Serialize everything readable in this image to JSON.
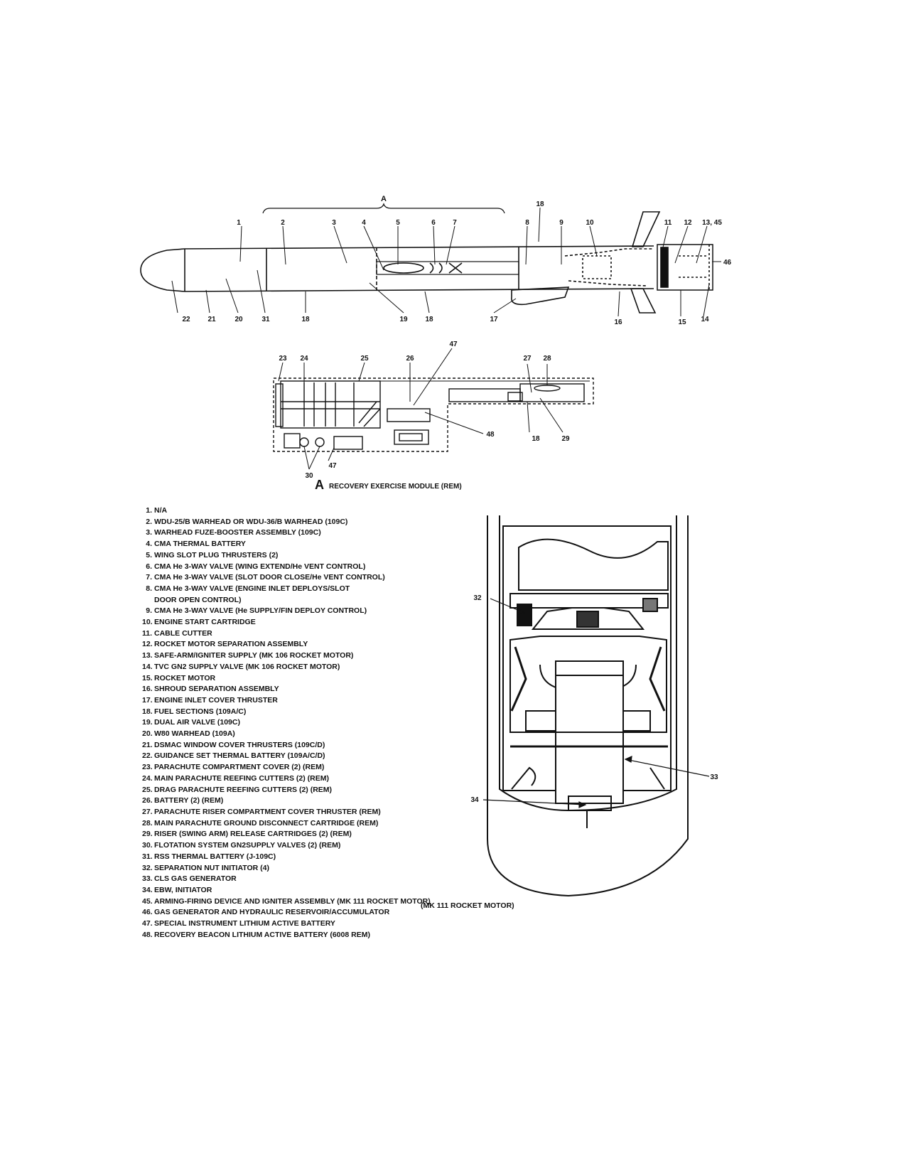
{
  "missile_view": {
    "section_letter": "A",
    "callouts_top": [
      "1",
      "2",
      "3",
      "4",
      "5",
      "6",
      "7",
      "18",
      "8",
      "9",
      "10",
      "11",
      "12",
      "13, 45"
    ],
    "callouts_bottom": [
      "22",
      "21",
      "20",
      "31",
      "18",
      "19",
      "18",
      "17",
      "16",
      "15",
      "14"
    ],
    "callout_right": "46"
  },
  "rem_view": {
    "callouts": [
      "23",
      "24",
      "25",
      "26",
      "47",
      "27",
      "28",
      "48",
      "18",
      "29",
      "30",
      "47"
    ],
    "caption_letter": "A",
    "caption_text": "RECOVERY EXERCISE MODULE (REM)"
  },
  "separation_view": {
    "callouts": [
      "32",
      "33",
      "34"
    ]
  },
  "legend": [
    {
      "num": "1.",
      "text": "N/A"
    },
    {
      "num": "2.",
      "text": "WDU-25/B WARHEAD OR WDU-36/B WARHEAD (109C)"
    },
    {
      "num": "3.",
      "text": "WARHEAD FUZE-BOOSTER ASSEMBLY (109C)"
    },
    {
      "num": "4.",
      "text": "CMA THERMAL BATTERY"
    },
    {
      "num": "5.",
      "text": "WING SLOT PLUG THRUSTERS (2)"
    },
    {
      "num": "6.",
      "text": "CMA He 3-WAY VALVE (WING EXTEND/He VENT CONTROL)"
    },
    {
      "num": "7.",
      "text": "CMA He 3-WAY VALVE (SLOT DOOR CLOSE/He VENT CONTROL)"
    },
    {
      "num": "8.",
      "text": "CMA He 3-WAY VALVE (ENGINE INLET DEPLOYS/SLOT"
    },
    {
      "num": "",
      "text": "DOOR OPEN CONTROL)"
    },
    {
      "num": "9.",
      "text": "CMA He 3-WAY VALVE (He SUPPLY/FIN DEPLOY CONTROL)"
    },
    {
      "num": "10.",
      "text": "ENGINE START CARTRIDGE"
    },
    {
      "num": "11.",
      "text": "CABLE CUTTER"
    },
    {
      "num": "12.",
      "text": "ROCKET MOTOR SEPARATION ASSEMBLY"
    },
    {
      "num": "13.",
      "text": "SAFE-ARM/IGNITER SUPPLY (MK 106 ROCKET MOTOR)"
    },
    {
      "num": "14.",
      "text": "TVC GN2 SUPPLY VALVE (MK 106 ROCKET MOTOR)"
    },
    {
      "num": "15.",
      "text": "ROCKET MOTOR"
    },
    {
      "num": "16.",
      "text": "SHROUD SEPARATION ASSEMBLY"
    },
    {
      "num": "17.",
      "text": "ENGINE INLET COVER THRUSTER"
    },
    {
      "num": "18.",
      "text": "FUEL SECTIONS (109A/C)"
    },
    {
      "num": "19.",
      "text": "DUAL AIR VALVE (109C)"
    },
    {
      "num": "20.",
      "text": "W80 WARHEAD (109A)"
    },
    {
      "num": "21.",
      "text": "DSMAC WINDOW COVER THRUSTERS (109C/D)"
    },
    {
      "num": "22.",
      "text": "GUIDANCE SET THERMAL BATTERY (109A/C/D)"
    },
    {
      "num": "23.",
      "text": "PARACHUTE COMPARTMENT COVER (2) (REM)"
    },
    {
      "num": "24.",
      "text": "MAIN PARACHUTE REEFING CUTTERS (2) (REM)"
    },
    {
      "num": "25.",
      "text": "DRAG PARACHUTE REEFING CUTTERS (2) (REM)"
    },
    {
      "num": "26.",
      "text": "BATTERY (2) (REM)"
    },
    {
      "num": "27.",
      "text": "PARACHUTE RISER COMPARTMENT COVER THRUSTER (REM)"
    },
    {
      "num": "28.",
      "text": "MAIN PARACHUTE GROUND DISCONNECT CARTRIDGE (REM)"
    },
    {
      "num": "29.",
      "text": "RISER (SWING ARM) RELEASE CARTRIDGES (2) (REM)"
    },
    {
      "num": "30.",
      "text": "FLOTATION SYSTEM GN2SUPPLY VALVES (2) (REM)"
    },
    {
      "num": "31.",
      "text": "RSS THERMAL BATTERY (J-109C)"
    },
    {
      "num": "32.",
      "text": "SEPARATION NUT INITIATOR (4)"
    },
    {
      "num": "33.",
      "text": "CLS GAS GENERATOR"
    },
    {
      "num": "34.",
      "text": "EBW, INITIATOR"
    },
    {
      "num": "45.",
      "text": "ARMING-FIRING DEVICE AND IGNITER ASSEMBLY (MK 111 ROCKET MOTOR)"
    },
    {
      "num": "46.",
      "text": "GAS GENERATOR AND HYDRAULIC RESERVOIR/ACCUMULATOR"
    },
    {
      "num": "47.",
      "text": "SPECIAL INSTRUMENT LITHIUM ACTIVE BATTERY"
    },
    {
      "num": "48.",
      "text": "RECOVERY BEACON LITHIUM ACTIVE BATTERY (6008 REM)"
    }
  ],
  "legend_overflow": "(MK 111 ROCKET MOTOR)"
}
